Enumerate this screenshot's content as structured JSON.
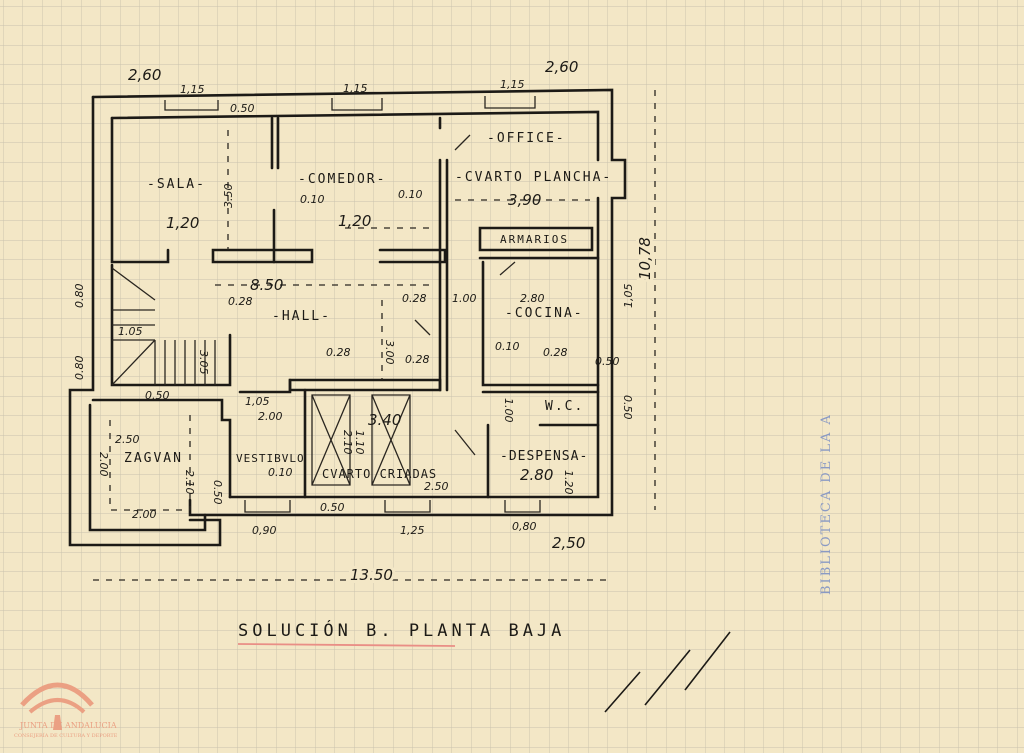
{
  "rooms": {
    "sala": "-SALA-",
    "comedor": "-COMEDOR-",
    "office": "-OFFICE-",
    "cuarto_plancha": "-CVARTO PLANCHA-",
    "armarios": "ARMARIOS",
    "hall": "-HALL-",
    "cocina": "-COCINA-",
    "wc": "W.C.",
    "zaguan": "ZAGVAN",
    "vestibulo": "VESTIBVLO",
    "cuarto_criadas": "CVARTO CRIADAS",
    "despensa": "-DESPENSA-"
  },
  "dimensions": {
    "top_left": "2,60",
    "top_right": "2,60",
    "window_1": "1,15",
    "window_2": "1,15",
    "window_3": "1,15",
    "wall_050_top": "0.50",
    "sala_height": "3.50",
    "comedor_010": "0.10",
    "plancha_010": "0.10",
    "plancha_width": "3,90",
    "door_1": "1,20",
    "door_2": "1,20",
    "hall_width": "8.50",
    "hall_028_left": "0.28",
    "hall_028_right": "0.28",
    "door_100": "1.00",
    "cocina_width": "2.80",
    "cocina_side": "1,05",
    "hall_height": "3.00",
    "stair_105": "1.05",
    "stair_305": "3.05",
    "left_080_a": "0.80",
    "left_080_b": "0.80",
    "hall_028_b": "0.28",
    "hall_028_c": "0.28",
    "cocina_010": "0.10",
    "cocina_028": "0.28",
    "right_050_a": "0.50",
    "right_050_b": "0.50",
    "wc_dim": "1.00",
    "zaguan_050": "0.50",
    "door_105": "1,05",
    "vestibulo_width": "2.00",
    "criadas_width": "3.40",
    "criadas_inner_a": "2.10",
    "criadas_inner_b": "1.10",
    "zaguan_width": "2.50",
    "zaguan_height": "2.00",
    "zaguan_side": "2.10",
    "vest_010": "0.10",
    "vest_050": "0.50",
    "criadas_250": "2.50",
    "despensa_width": "2.80",
    "despensa_side": "1.20",
    "zaguan_bottom": "2.00",
    "bottom_050": "0.50",
    "win_090": "0,90",
    "win_125": "1,25",
    "win_080": "0,80",
    "bottom_right": "2,50",
    "total_width": "13.50",
    "total_height": "10,78"
  },
  "title": "SOLUCIÓN B. PLANTA BAJA",
  "stamp": "BIBLIOTECA DE LA A",
  "logo": {
    "name": "JUNTA DE ANDALUCIA",
    "subtitle": "CONSEJERÍA DE CULTURA Y DEPORTE"
  },
  "colors": {
    "paper": "#f3e7c6",
    "grid": "#c9c2ad",
    "ink": "#1c1a16",
    "underline": "#e98e86",
    "stamp": "#8a9ac4",
    "logo": "#eba083"
  }
}
